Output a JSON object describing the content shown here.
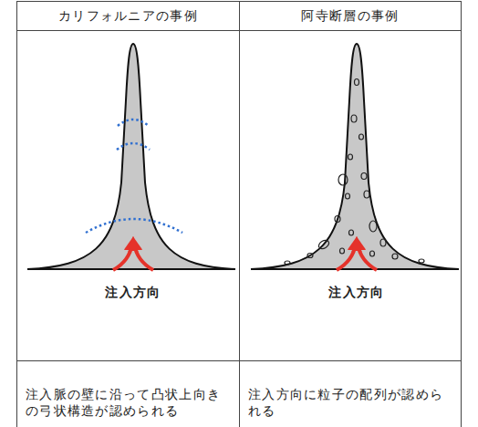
{
  "diagram": {
    "labels": [
      "カリフォルニアの事例",
      "阿寺断層の事例",
      "注入方向",
      "注入方向",
      "注入脈の壁に沿って凸状上向きの弓状構造が認められる",
      "注入方向に粒子の配列が認められる"
    ]
  }
}
